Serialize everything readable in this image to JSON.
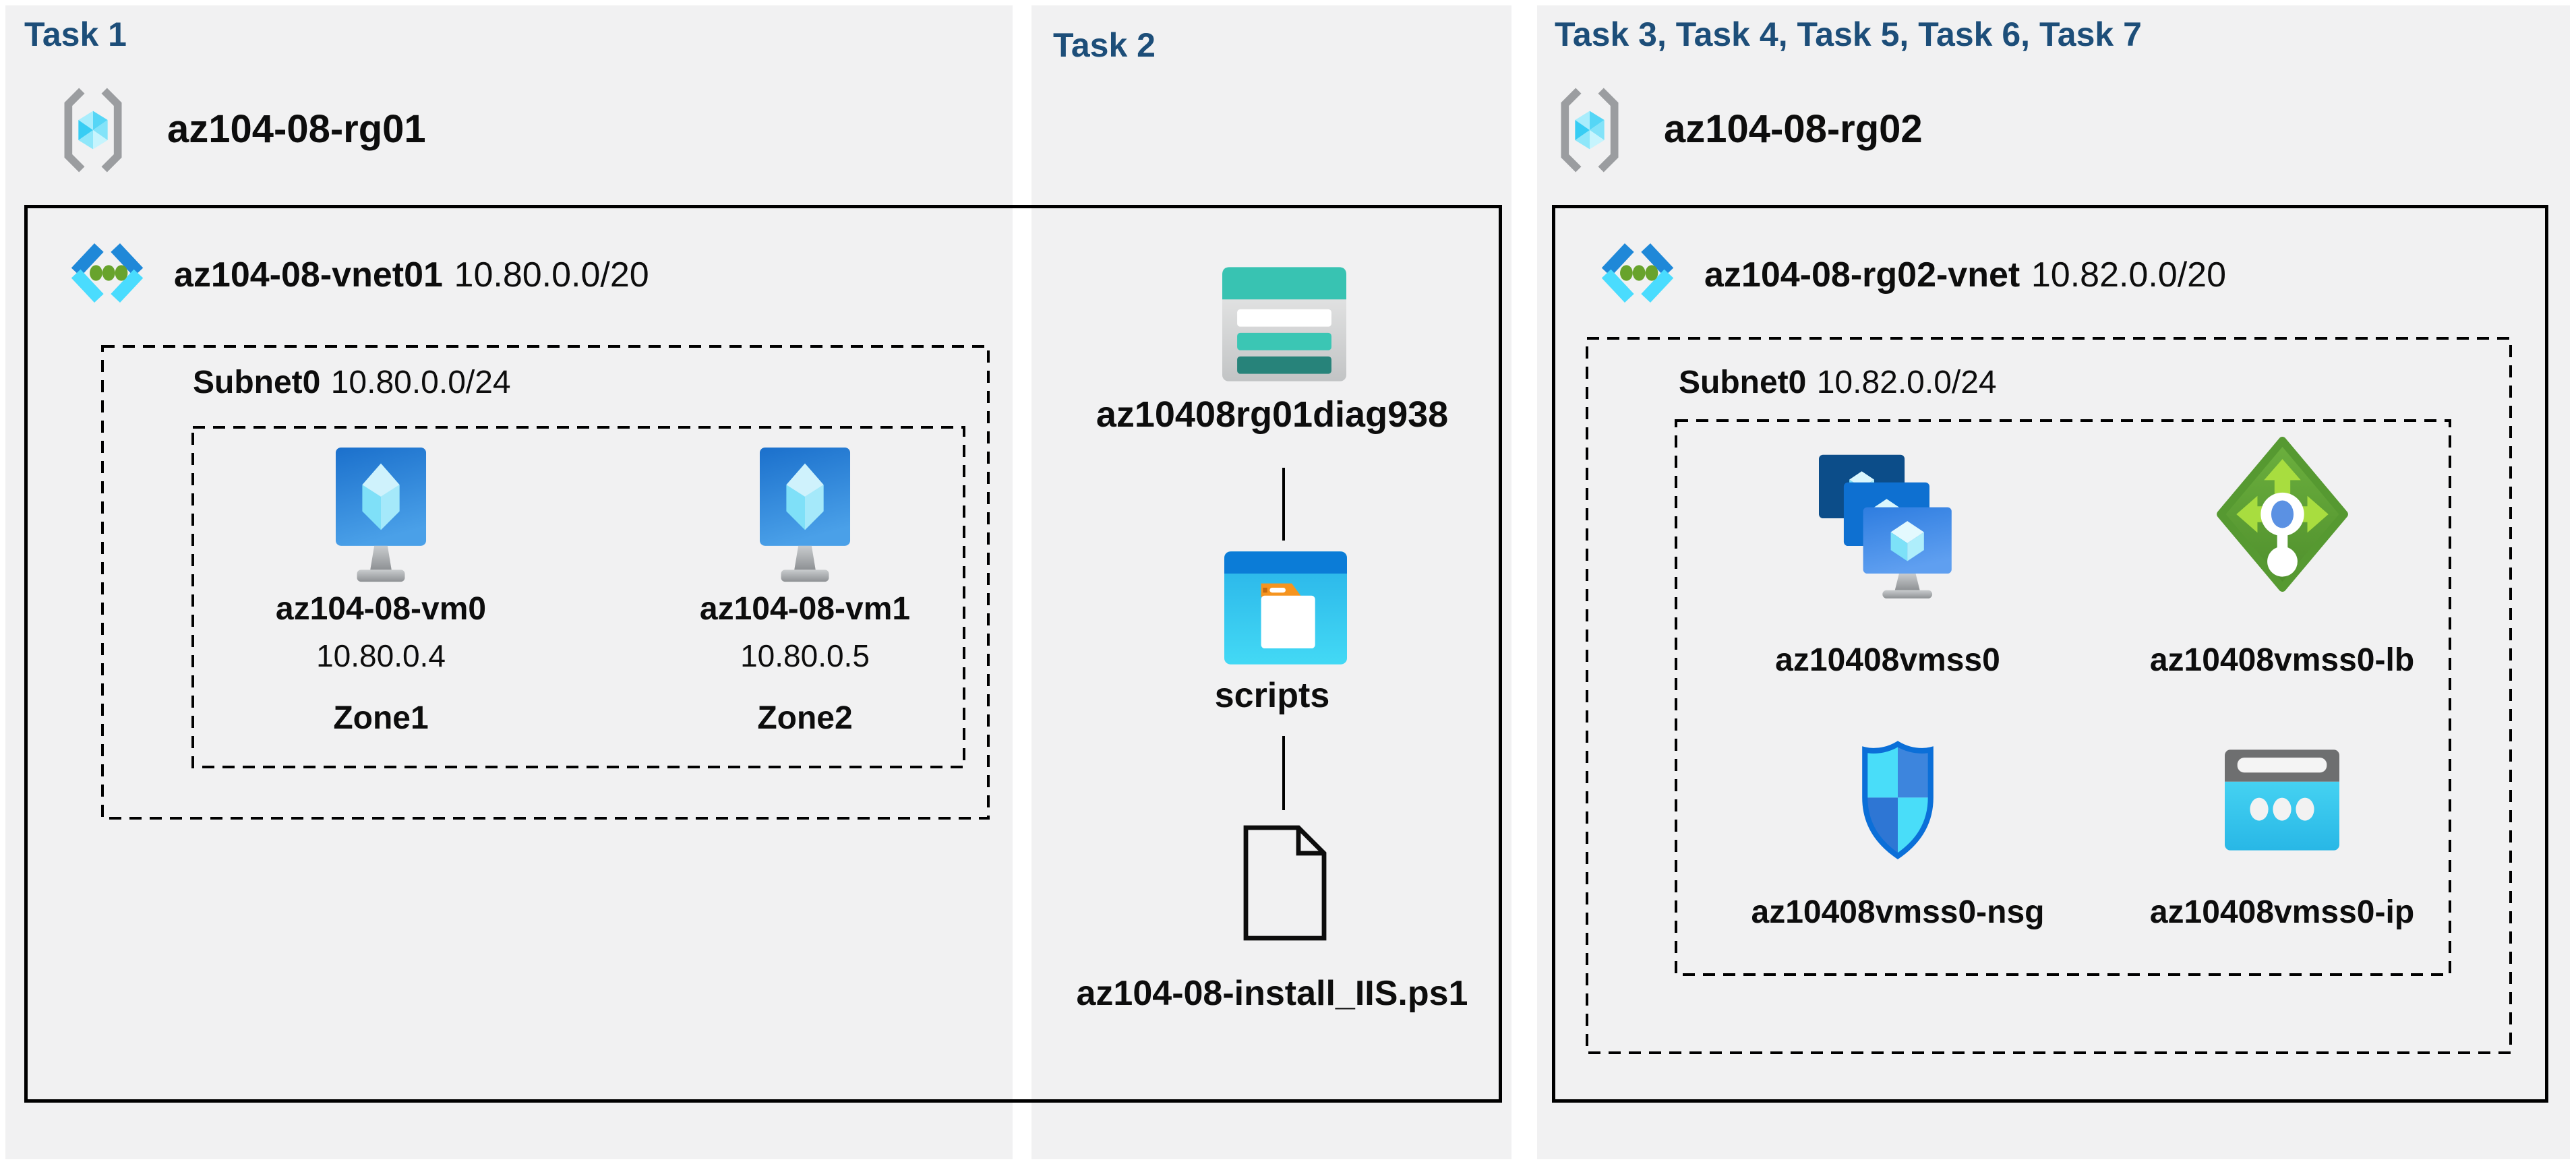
{
  "colors": {
    "panel_bg": "#f1f1f2",
    "header_blue": "#1d4e79",
    "teal": "#38c3b2",
    "teal_dark": "#27837a",
    "azure_blue": "#0b7cd7",
    "cyan": "#49ddf9",
    "green": "#5a9c31",
    "lime": "#a8dd3f"
  },
  "task1": {
    "header": "Task 1",
    "resource_group": {
      "name": "az104-08-rg01"
    },
    "vnet": {
      "name": "az104-08-vnet01",
      "cidr": "10.80.0.0/20"
    },
    "subnet": {
      "name": "Subnet0",
      "cidr": "10.80.0.0/24"
    },
    "vms": [
      {
        "name": "az104-08-vm0",
        "ip": "10.80.0.4",
        "zone": "Zone1"
      },
      {
        "name": "az104-08-vm1",
        "ip": "10.80.0.5",
        "zone": "Zone2"
      }
    ]
  },
  "task2": {
    "header": "Task 2",
    "storage_account": {
      "name": "az10408rg01diag938"
    },
    "container": {
      "name": "scripts"
    },
    "file": {
      "name": "az104-08-install_IIS.ps1"
    }
  },
  "task3": {
    "header": "Task 3, Task 4, Task 5, Task 6, Task 7",
    "resource_group": {
      "name": "az104-08-rg02"
    },
    "vnet": {
      "name": "az104-08-rg02-vnet",
      "cidr": "10.82.0.0/20"
    },
    "subnet": {
      "name": "Subnet0",
      "cidr": "10.82.0.0/24"
    },
    "resources": [
      {
        "name": "az10408vmss0",
        "icon": "vmss-icon"
      },
      {
        "name": "az10408vmss0-lb",
        "icon": "load-balancer-icon"
      },
      {
        "name": "az10408vmss0-nsg",
        "icon": "nsg-icon"
      },
      {
        "name": "az10408vmss0-ip",
        "icon": "public-ip-icon"
      }
    ]
  }
}
